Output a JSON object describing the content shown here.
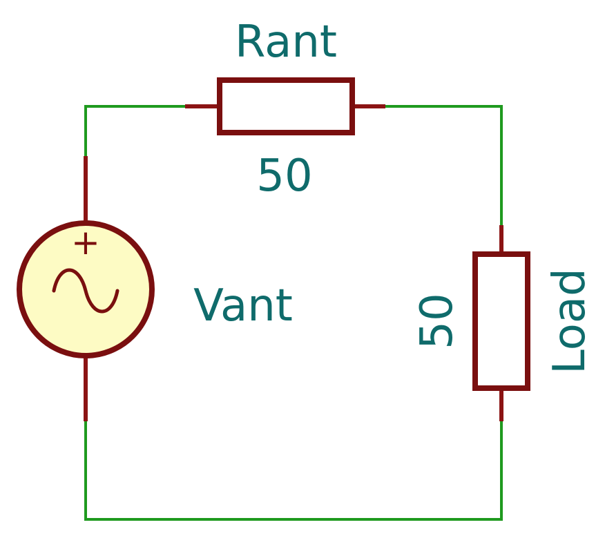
{
  "components": {
    "antenna_resistor": {
      "reference": "Rant",
      "value": "50"
    },
    "source": {
      "reference": "Vant",
      "polarity_mark": "+"
    },
    "load_resistor": {
      "reference": "Load",
      "value": "50"
    }
  },
  "colors": {
    "wire": "#1f9a1f",
    "component_outline": "#7a0f0f",
    "component_pin": "#8b1414",
    "source_fill": "#fdfbc4",
    "label_text": "#0f6b6b",
    "background": "#ffffff"
  }
}
